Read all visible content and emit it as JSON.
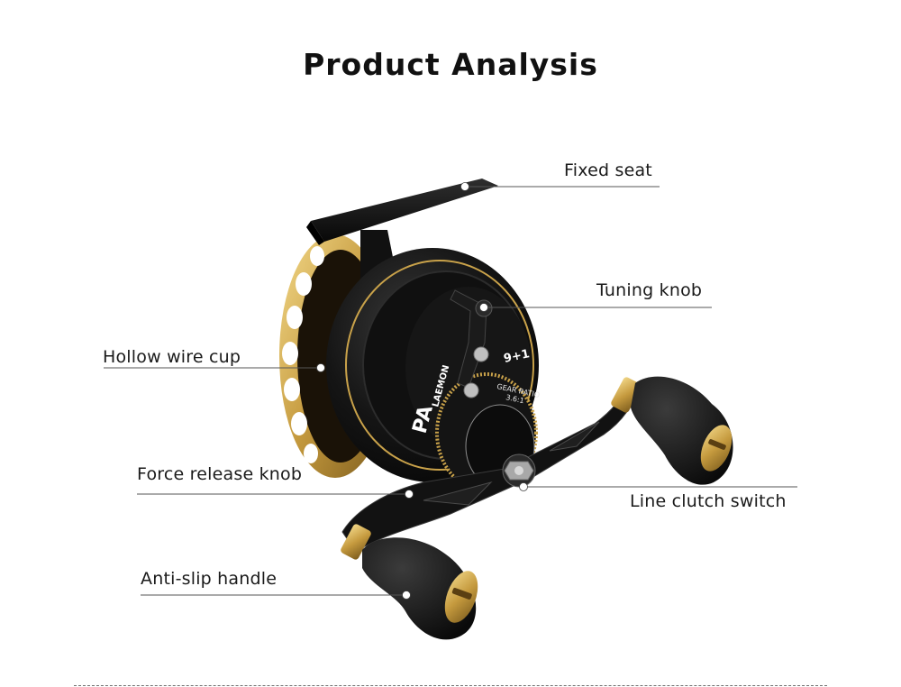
{
  "title": "Product Analysis",
  "callouts": {
    "fixed_seat": "Fixed seat",
    "tuning_knob": "Tuning knob",
    "hollow_wire_cup": "Hollow wire cup",
    "force_release_knob": "Force release knob",
    "line_clutch_switch": "Line clutch switch",
    "anti_slip_handle": "Anti-slip handle"
  },
  "product": {
    "brand_mark": "PA",
    "brand_name": "LAEMON",
    "bearing_badge": "9+1",
    "gear_ratio_label": "GEAR RATIO",
    "gear_ratio_value": "3.6:1"
  },
  "colors": {
    "body_black": "#0d0d0d",
    "accent_gold": "#c9a24a",
    "line_gray": "#555555"
  }
}
